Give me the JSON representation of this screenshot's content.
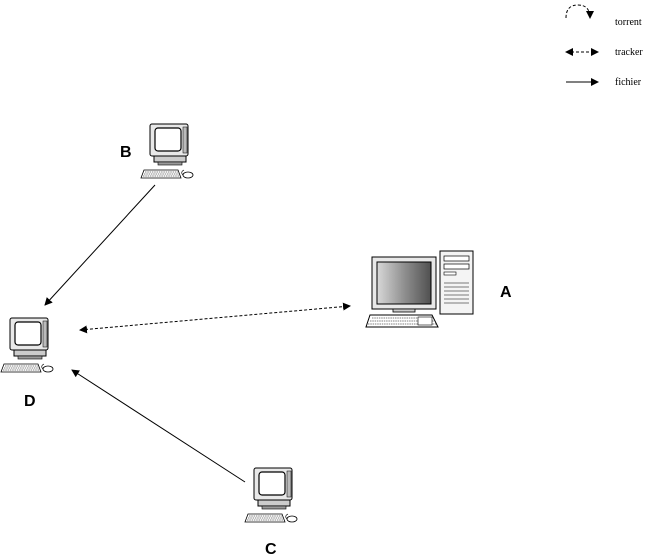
{
  "legend": {
    "items": [
      {
        "label": "torrent",
        "style": "arc-dashed",
        "icon": "curved-dashed-arrow-icon"
      },
      {
        "label": "tracker",
        "style": "dashed-double",
        "icon": "dashed-double-arrow-icon"
      },
      {
        "label": "fichier",
        "style": "solid",
        "icon": "solid-arrow-icon"
      }
    ]
  },
  "nodes": {
    "A": {
      "label": "A",
      "kind": "desktop-tower"
    },
    "B": {
      "label": "B",
      "kind": "crt-computer"
    },
    "C": {
      "label": "C",
      "kind": "crt-computer"
    },
    "D": {
      "label": "D",
      "kind": "crt-computer"
    }
  },
  "edges": [
    {
      "from": "B",
      "to": "D",
      "style": "solid",
      "meaning": "fichier"
    },
    {
      "from": "C",
      "to": "D",
      "style": "solid",
      "meaning": "fichier"
    },
    {
      "from": "D",
      "to": "A",
      "style": "dashed-double",
      "meaning": "tracker"
    }
  ],
  "colors": {
    "stroke": "#000000",
    "screen_gray": "#808080",
    "background": "#ffffff"
  }
}
